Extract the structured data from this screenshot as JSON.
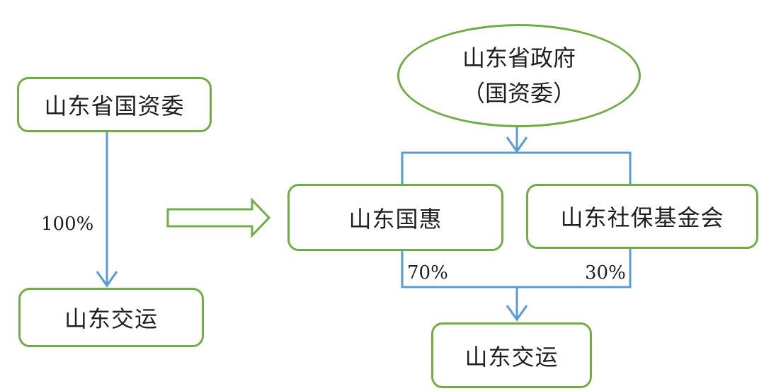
{
  "colors": {
    "box_border": "#70ad47",
    "connector": "#5b9bd5",
    "arrow_outline": "#70ad47"
  },
  "left": {
    "parent": "山东省国资委",
    "child": "山东交运",
    "percent": "100%"
  },
  "right": {
    "top_line1": "山东省政府",
    "top_line2": "（国资委）",
    "mid_left": "山东国惠",
    "mid_right": "山东社保基金会",
    "pct_left": "70%",
    "pct_right": "30%",
    "child": "山东交运"
  }
}
